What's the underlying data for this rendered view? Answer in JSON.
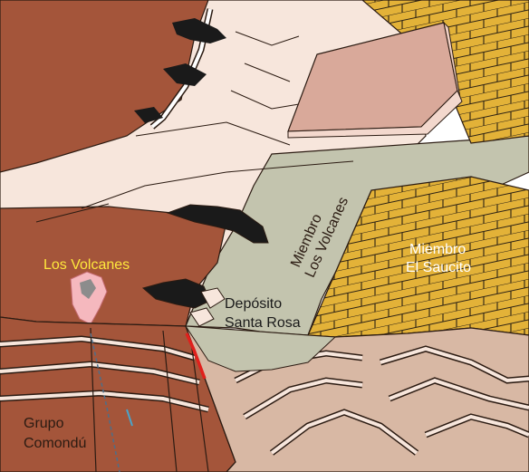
{
  "labels": {
    "los_volcanes": "Los Volcanes",
    "miembro_los_volcanes_line1": "Miembro",
    "miembro_los_volcanes_line2": "Los Volcanes",
    "miembro_el_saucito_line1": "Miembro",
    "miembro_el_saucito_line2": "El Saucito",
    "deposito_line1": "Depósito",
    "deposito_line2": "Santa Rosa",
    "grupo_line1": "Grupo",
    "grupo_line2": "Comondú"
  },
  "colors": {
    "brown_unit": "#a4553a",
    "cream_unit": "#f7e6dc",
    "grey_green_unit": "#c3c4ae",
    "yellow_unit": "#e3b238",
    "lava_black": "#1a1a1a",
    "fault_red": "#e0201c",
    "los_volcanes_label": "#ffe83c"
  }
}
